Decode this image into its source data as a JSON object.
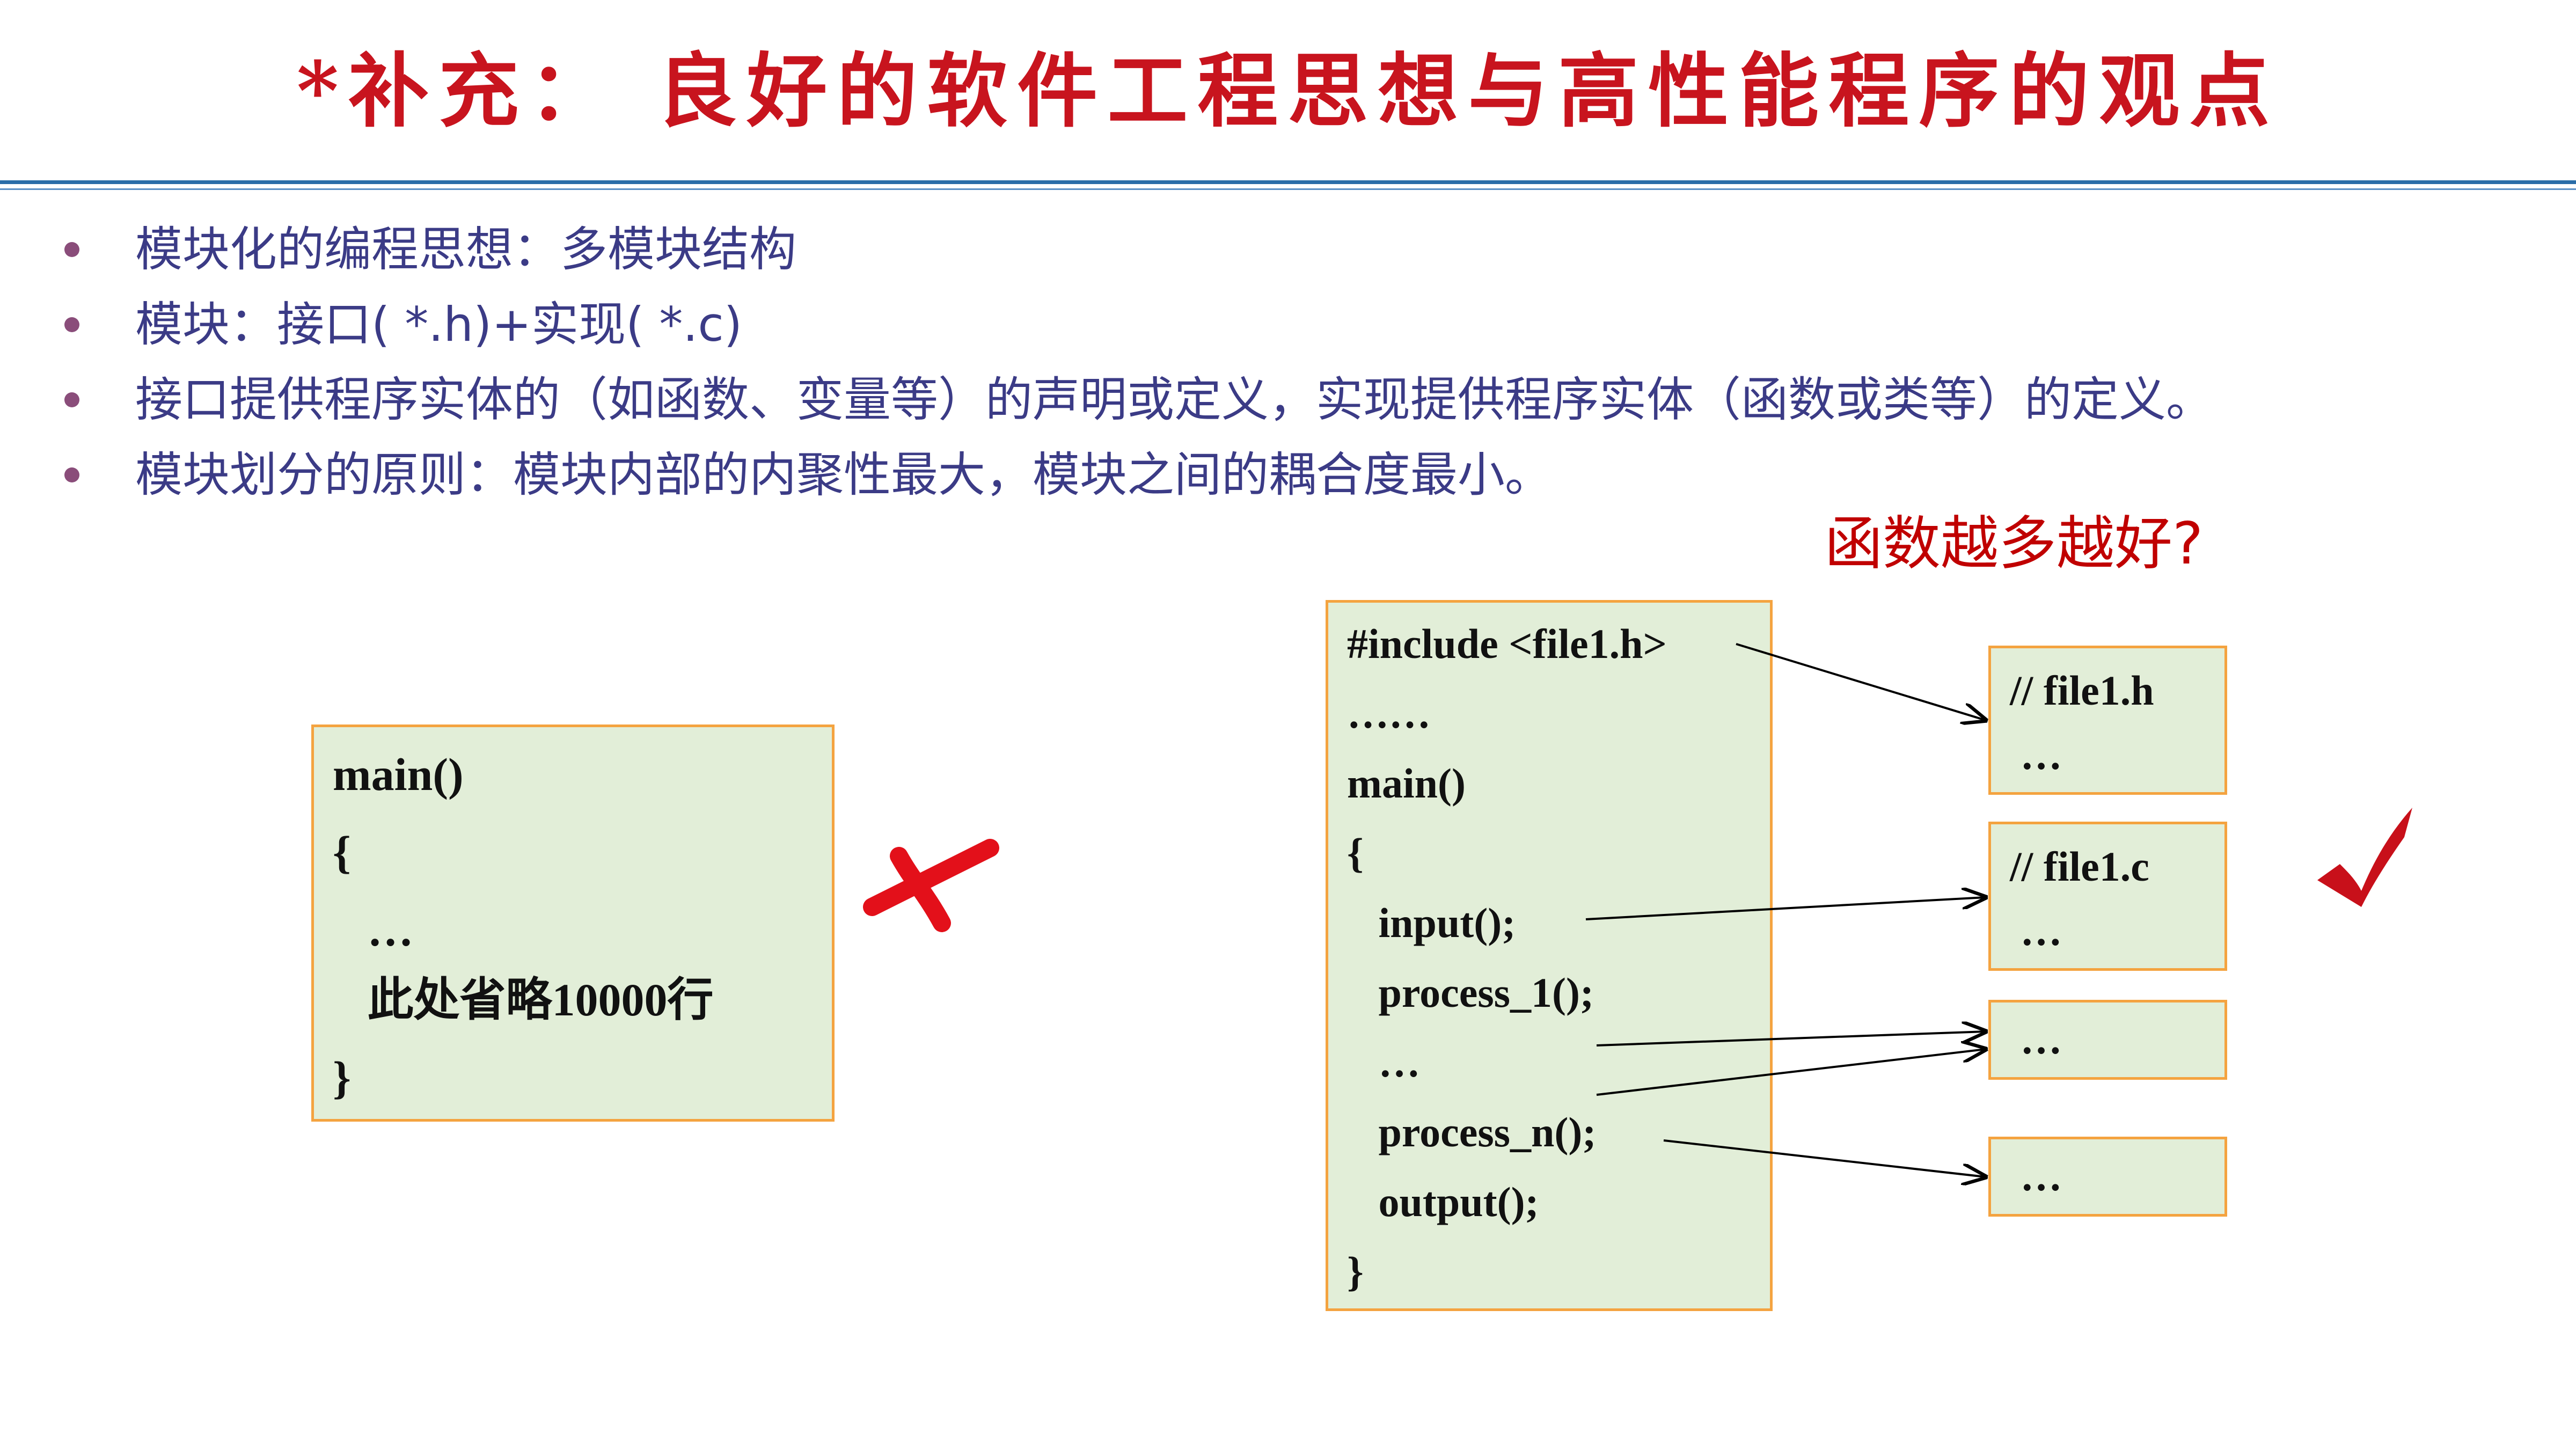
{
  "slide": {
    "title": "*补充： 良好的软件工程思想与高性能程序的观点",
    "bullets": [
      "模块化的编程思想：多模块结构",
      "模块：接口( *.h)+实现( *.c)",
      "接口提供程序实体的（如函数、变量等）的声明或定义，实现提供程序实体（函数或类等）的定义。",
      "模块划分的原则：模块内部的内聚性最大，模块之间的耦合度最小。"
    ],
    "question": "函数越多越好?",
    "left_code": {
      "lines": [
        "main()",
        "{",
        "   …",
        "   此处省略10000行",
        "}"
      ]
    },
    "main_code": {
      "lines": [
        "#include <file1.h>",
        "……",
        "main()",
        "{",
        "   input();",
        "   process_1();",
        "   …",
        "   process_n();",
        "   output();",
        "}"
      ]
    },
    "module_boxes": [
      {
        "lines": [
          "// file1.h",
          " …"
        ]
      },
      {
        "lines": [
          "// file1.c",
          " …"
        ]
      },
      {
        "lines": [
          " …"
        ]
      },
      {
        "lines": [
          " …"
        ]
      }
    ],
    "colors": {
      "title": "#c8141e",
      "bullet_text": "#3b3b86",
      "bullet_dot": "#8a4d7a",
      "question": "#c00000",
      "box_fill": "#e2eed8",
      "box_border": "#f4a340",
      "rule": "#2a6da8",
      "cross_mark": "#e3101a",
      "check_mark": "#c8101a"
    },
    "icons": [
      "cross-mark-icon",
      "check-mark-icon"
    ]
  }
}
